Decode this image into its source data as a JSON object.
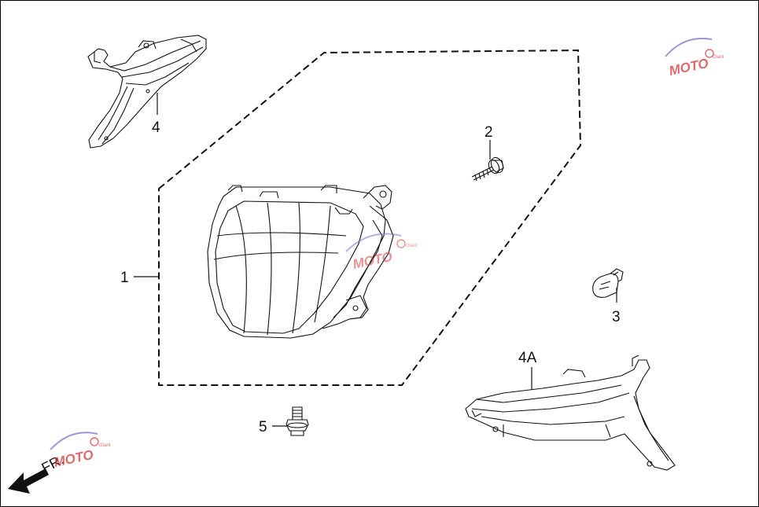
{
  "callouts": {
    "part_1": "1",
    "part_2": "2",
    "part_3": "3",
    "part_4": "4",
    "part_4a": "4A",
    "part_5": "5"
  },
  "direction": {
    "label": "FR."
  },
  "watermark": {
    "text": "MOTO",
    "sub": "Giant"
  },
  "colors": {
    "line": "#111111",
    "watermark_red": "#d23a3a",
    "watermark_blue": "#7b6fd0"
  }
}
